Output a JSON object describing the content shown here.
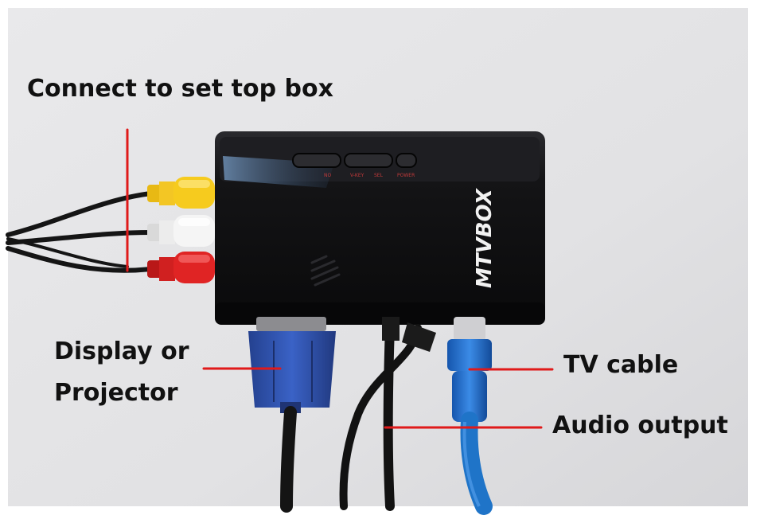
{
  "labels": {
    "set_top_box": "Connect to set top box",
    "display_line1": "Display or",
    "display_line2": "Projector",
    "tv_cable": "TV cable",
    "audio_output": "Audio output"
  },
  "device": {
    "brand": "MTVBOX",
    "button_labels": [
      "NO",
      "V-KEY",
      "SEL",
      "POWER"
    ]
  },
  "colors": {
    "background": "#e4e4e6",
    "device_body": "#111113",
    "pointer_line": "#e01a1a",
    "rca_yellow": "#f0c21c",
    "rca_white": "#ececec",
    "rca_red": "#d82020",
    "vga_blue": "#2f52b0",
    "coax_blue": "#1f6fd0",
    "label_text": "#111111"
  }
}
